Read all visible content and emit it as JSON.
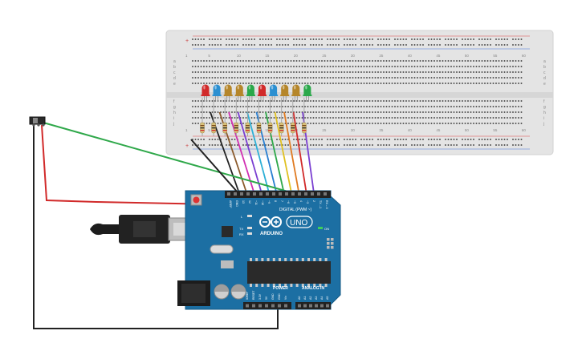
{
  "breadboard": {
    "row_letters_top": [
      "a",
      "b",
      "c",
      "d",
      "e"
    ],
    "row_letters_bottom": [
      "f",
      "g",
      "h",
      "i",
      "j"
    ],
    "column_numbers": [
      "1",
      "5",
      "10",
      "15",
      "20",
      "25",
      "30",
      "35",
      "40",
      "45",
      "50",
      "55",
      "60"
    ],
    "rail_plus": "+",
    "rail_minus": "-"
  },
  "leds": {
    "colors": [
      "#d12a2a",
      "#2a8fd1",
      "#b5862a",
      "#b5862a",
      "#2aa84a",
      "#d12a2a",
      "#2a8fd1",
      "#b5862a",
      "#b5862a",
      "#2aa84a"
    ]
  },
  "wires": {
    "colors": [
      "#222222",
      "#8b5a2b",
      "#d12fb2",
      "#7a3fd1",
      "#2fb0d6",
      "#2a7fd1",
      "#2fa84a",
      "#e0c020",
      "#e07a20",
      "#d12a2a",
      "#7a3fd1"
    ]
  },
  "arduino": {
    "brand": "ARDUINO",
    "model": "UNO",
    "digital_label": "DIGITAL (PWM ~)",
    "power_label": "POWER",
    "analog_label": "ANALOG IN",
    "on_label": "ON",
    "l_label": "L",
    "tx_label": "TX",
    "rx_label": "RX",
    "digital_pins": [
      "AREF",
      "GND",
      "13",
      "12",
      "~11",
      "~10",
      "~9",
      "8",
      "7",
      "~6",
      "~5",
      "4",
      "~3",
      "2",
      "TX→1",
      "RX←0"
    ],
    "power_pins": [
      "IOREF",
      "RESET",
      "3.3V",
      "5V",
      "GND",
      "GND",
      "Vin"
    ],
    "analog_pins": [
      "A0",
      "A1",
      "A2",
      "A3",
      "A4",
      "A5"
    ]
  }
}
